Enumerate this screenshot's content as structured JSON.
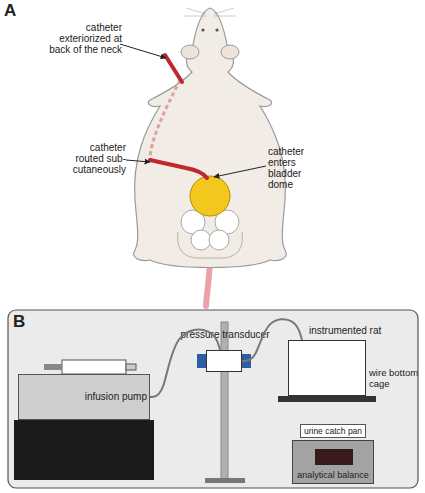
{
  "diagram": {
    "nodes": [
      {
        "text": [
          "infusion pump"
        ]
      },
      {
        "text": [
          "pressure transducer"
        ]
      },
      {
        "text": [
          "instrumented rat",
          "wire bottom cage"
        ]
      },
      {
        "text": [
          "urine catch pan"
        ]
      },
      {
        "text": [
          "analytical balance"
        ]
      }
    ],
    "edges": [
      {
        "from": 0,
        "to": 1,
        "arrow": "none"
      },
      {
        "from": 1,
        "to": 2,
        "arrow": "none"
      }
    ],
    "labels": [
      "A",
      "catheter exteriorized at back of the neck",
      "catheter routed sub-cutaneously",
      "catheter enters bladder dome",
      "B"
    ]
  }
}
